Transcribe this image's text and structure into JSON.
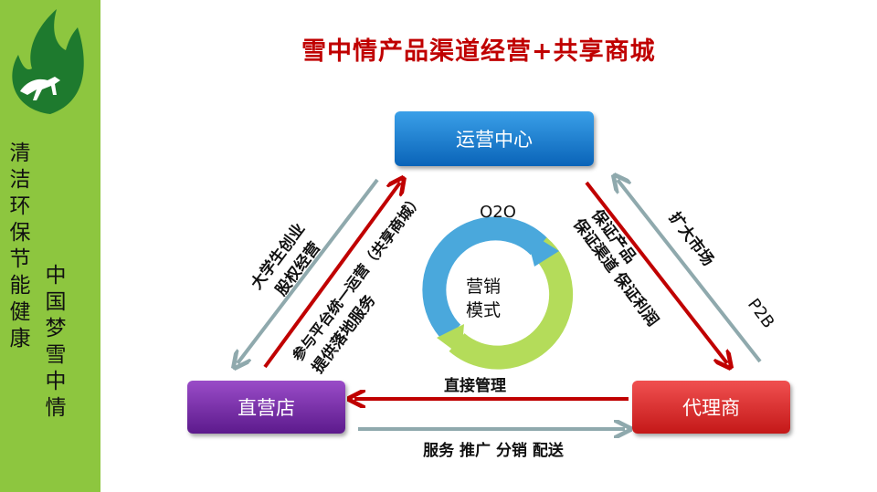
{
  "sidebar": {
    "col1": "清洁环保节能健康",
    "col2": "中国梦雪中情"
  },
  "title": "雪中情产品渠道经营+共享商城",
  "nodes": {
    "ops_center": "运营中心",
    "direct_store": "直营店",
    "agent": "代理商"
  },
  "center": {
    "o2o": "O2O",
    "line1": "营销",
    "line2": "模式"
  },
  "edges": {
    "left_gray_1": "大学生创业",
    "left_gray_2": "股权经营",
    "left_red_1": "参与平台统一运营（共享商城）",
    "left_red_2": "提供落地服务",
    "right_red_1": "保证产品",
    "right_red_2": "保证渠道  保证利润",
    "right_gray_1": "扩大市场",
    "right_gray_2": "P2B",
    "bottom_red": "直接管理",
    "bottom_gray": "服务 推广  分销  配送"
  },
  "colors": {
    "sidebar": "#8dc63f",
    "title": "#c00000",
    "red_arrow": "#c00000",
    "gray_arrow": "#8fa9ad"
  }
}
